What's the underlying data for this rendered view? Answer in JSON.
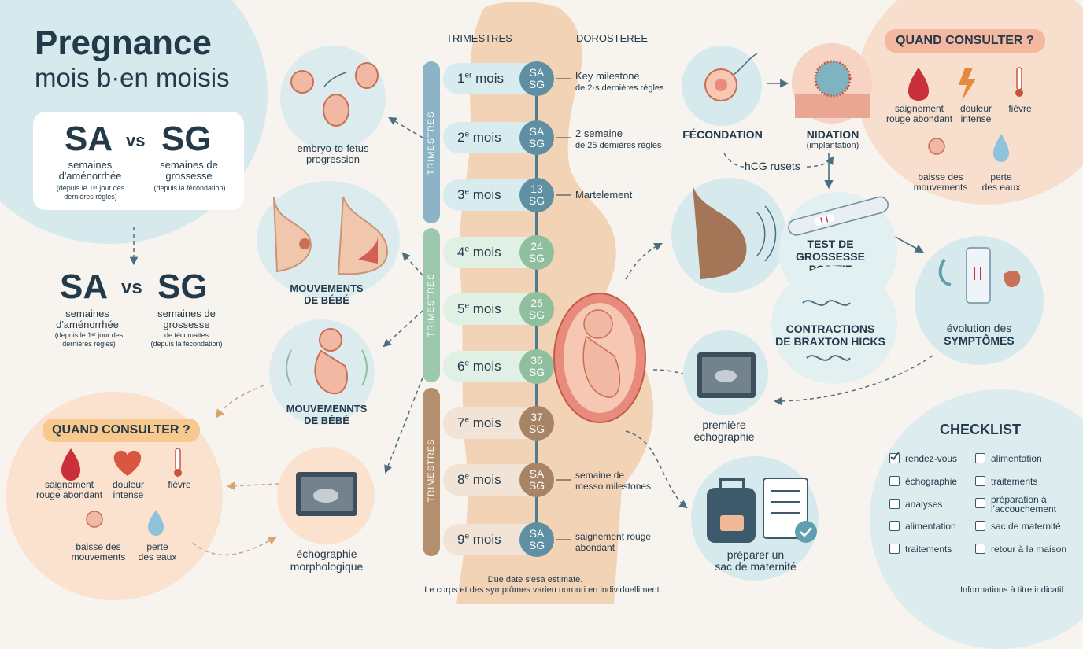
{
  "title": {
    "line1": "Pregnance",
    "line2": "mois b·en moisis"
  },
  "columns": {
    "left": "TRIMESTRES",
    "right": "DOROSTEREE"
  },
  "trimester_label": "TRIMESTRES",
  "sa_sg_1": {
    "sa": "SA",
    "vs": "vs",
    "sg": "SG",
    "sa_desc": "semaines d'aménorrhée",
    "sa_note": "(depuis le 1ᵉʳ jour des dernières règles)",
    "sg_desc": "semaines de grossesse",
    "sg_note": "(depuis la fécondation)"
  },
  "sa_sg_2": {
    "sa": "SA",
    "vs": "vs",
    "sg": "SG",
    "sa_desc": "semaines d'aménorrhée",
    "sa_note": "(depuis le 1ᵉʳ jour des dernières règles)",
    "sg_desc": "semaines de grossesse",
    "sg_note1": "de técomaites",
    "sg_note2": "(depuis la fécondation)"
  },
  "months": [
    {
      "num": "1",
      "sup": "er",
      "word": "mois",
      "b1": "SA",
      "b2": "SG",
      "ann1": "Key milestone",
      "ann2": "de 2·s dernières règles"
    },
    {
      "num": "2",
      "sup": "e",
      "word": "mois",
      "b1": "SA",
      "b2": "SG",
      "ann1": "2 semaine",
      "ann2": "de 25 dernières règles"
    },
    {
      "num": "3",
      "sup": "e",
      "word": "mois",
      "b1": "13",
      "b2": "SG",
      "ann1": "Martelement",
      "ann2": ""
    },
    {
      "num": "4",
      "sup": "e",
      "word": "mois",
      "b1": "24",
      "b2": "SG",
      "ann1": "",
      "ann2": ""
    },
    {
      "num": "5",
      "sup": "e",
      "word": "mois",
      "b1": "25",
      "b2": "SG",
      "ann1": "",
      "ann2": ""
    },
    {
      "num": "6",
      "sup": "e",
      "word": "mois",
      "b1": "36",
      "b2": "SG",
      "ann1": "",
      "ann2": ""
    },
    {
      "num": "7",
      "sup": "e",
      "word": "mois",
      "b1": "37",
      "b2": "SG",
      "ann1": "",
      "ann2": ""
    },
    {
      "num": "8",
      "sup": "e",
      "word": "mois",
      "b1": "SA",
      "b2": "SG",
      "ann1": "semaine de",
      "ann2": "messo milestones"
    },
    {
      "num": "9",
      "sup": "e",
      "word": "mois",
      "b1": "SA",
      "b2": "SG",
      "ann1": "saignement rouge",
      "ann2": "abondant"
    }
  ],
  "left_circles": {
    "embryo": {
      "l1": "embryo-to-fetus",
      "l2": "progression"
    },
    "belly": {
      "l1": "MOUVEMENTS",
      "l2": "DE BÉBÉ"
    },
    "fetus": {
      "l1": "MOUVEMENNTS",
      "l2": "DE BÉBÉ"
    },
    "echo": {
      "l1": "échographie",
      "l2": "morphologique"
    }
  },
  "consult_left": {
    "title": "QUAND CONSULTER ?",
    "items": [
      {
        "l1": "saignement",
        "l2": "rouge abondant"
      },
      {
        "l1": "douleur",
        "l2": "intense"
      },
      {
        "l1": "fièvre",
        "l2": ""
      },
      {
        "l1": "baisse des",
        "l2": "mouvements"
      },
      {
        "l1": "perte",
        "l2": "des eaux"
      }
    ]
  },
  "consult_right": {
    "title": "QUAND CONSULTER ?",
    "items": [
      {
        "l1": "saignement",
        "l2": "rouge abondant"
      },
      {
        "l1": "douleur",
        "l2": "intense"
      },
      {
        "l1": "fièvre",
        "l2": ""
      },
      {
        "l1": "baisse des",
        "l2": "mouvements"
      },
      {
        "l1": "perte",
        "l2": "des eaux"
      }
    ]
  },
  "right_flow": {
    "fecondation": "FÉCONDATION",
    "nidation": "NIDATION",
    "nidation_sub": "(implantation)",
    "hcg": "hCG rusets",
    "test": {
      "l1": "TEST DE",
      "l2": "GROSSESSE",
      "l3": "POSITIF"
    },
    "contractions": {
      "l1": "CONTRACTIONS",
      "l2": "DE BRAXTON HICKS"
    },
    "evolution": {
      "l1": "évolution des",
      "l2": "SYMPTÔMES"
    },
    "echo1": {
      "l1": "première",
      "l2": "échographie"
    },
    "bag": {
      "l1": "préparer un",
      "l2": "sac de maternité"
    }
  },
  "checklist": {
    "title": "CHECKLIST",
    "left": [
      "rendez-vous",
      "échographie",
      "analyses",
      "alimentation",
      "traitements"
    ],
    "right": [
      "alimentation",
      "traitements",
      "préparation à l'accouchement",
      "sac de maternité",
      "retour à la maison"
    ],
    "checked": "rendez-vous"
  },
  "footer": {
    "l1": "Due date s'esa estimate.",
    "l2": "Le corps et des symptômes varien norouri en individuelliment."
  },
  "disclaimer": "Informations à titre indicatif",
  "colors": {
    "navy": "#233a4a",
    "teal": "#5f8fa3",
    "sage": "#8fbf9f",
    "brown": "#a88466",
    "peach": "#f4d3bc",
    "lightblue": "#d6eaee",
    "coral": "#e8846a"
  }
}
